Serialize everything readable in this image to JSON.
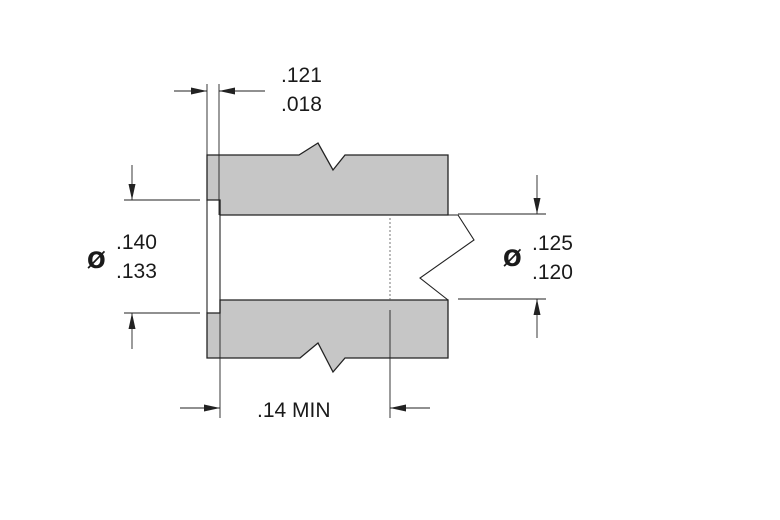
{
  "dimensions": {
    "flange_thickness": {
      "upper": ".121",
      "lower": ".018"
    },
    "outer_diameter": {
      "symbol": "Ø",
      "upper": ".140",
      "lower": ".133"
    },
    "inner_diameter": {
      "symbol": "Ø",
      "upper": ".125",
      "lower": ".120"
    },
    "depth": {
      "value": ".14  MIN"
    }
  },
  "colors": {
    "section_fill": "#c6c6c6",
    "line": "#222222",
    "background": "#ffffff"
  }
}
